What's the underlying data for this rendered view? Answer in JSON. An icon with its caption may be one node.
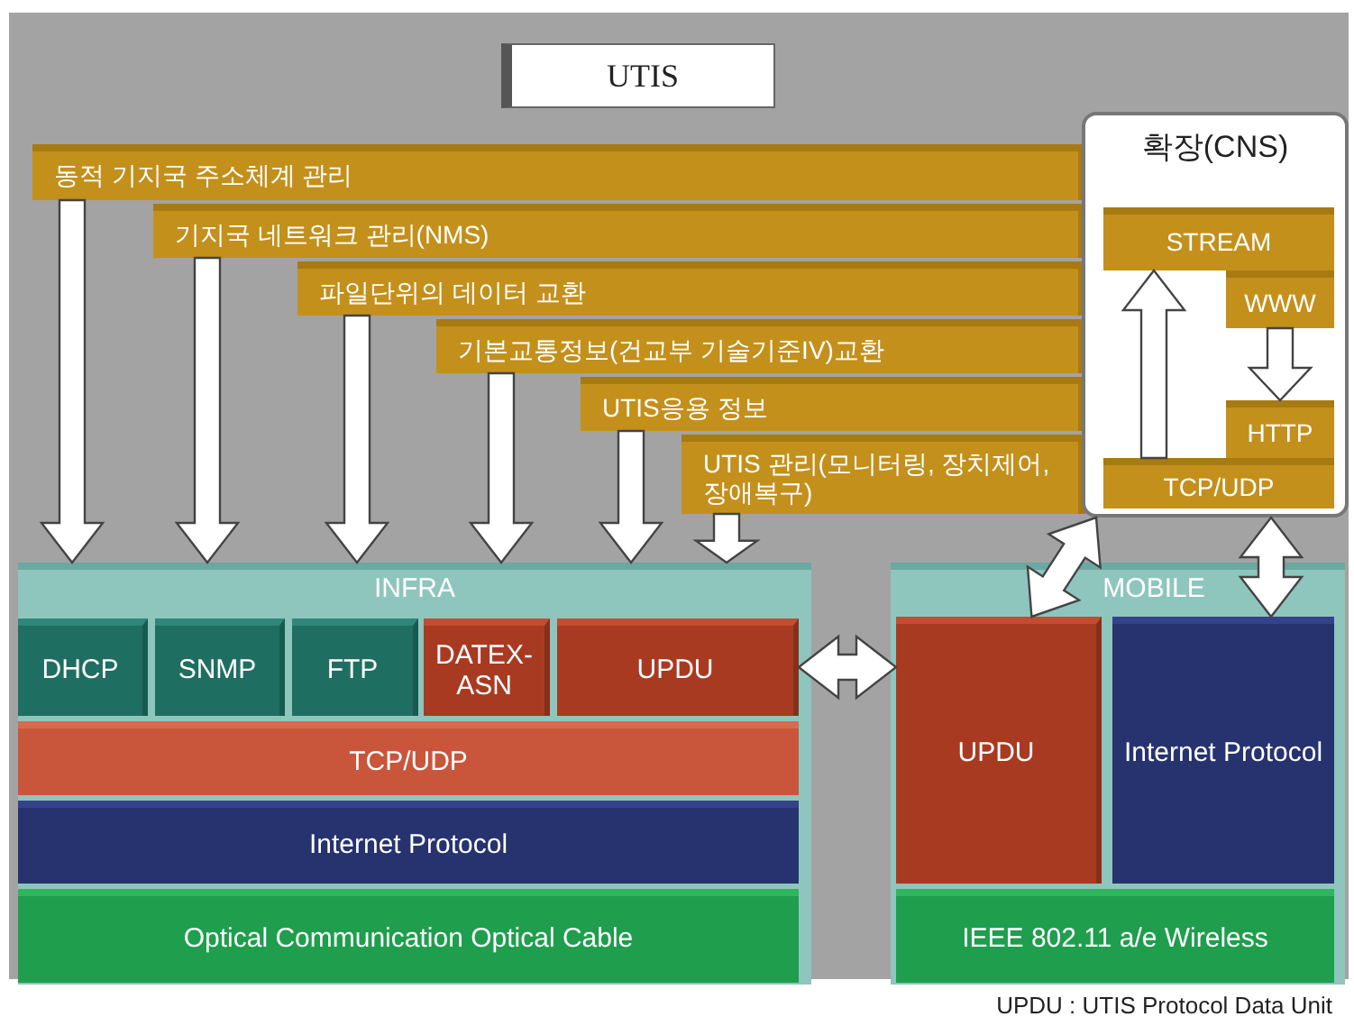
{
  "diagram": {
    "title": "UTIS",
    "nodes": [
      {
        "text": [
          "동적 기지국 주소체계 관리"
        ]
      },
      {
        "text": [
          "기지국 네트워크 관리(NMS)"
        ]
      },
      {
        "text": [
          "파일단위의 데이터 교환"
        ]
      },
      {
        "text": [
          "기본교통정보(건교부 기술기준IV)교환"
        ]
      },
      {
        "text": [
          "UTIS응용 정보"
        ]
      },
      {
        "text": [
          "UTIS 관리(모니터링, 장치제어, 장애복구)"
        ]
      },
      {
        "text": [
          "확장(CNS)"
        ]
      },
      {
        "text": [
          "STREAM"
        ],
        "in": 6
      },
      {
        "text": [
          "WWW"
        ],
        "in": 6
      },
      {
        "text": [
          "HTTP"
        ],
        "in": 6
      },
      {
        "text": [
          "TCP/UDP"
        ],
        "in": 6
      },
      {
        "text": [
          "INFRA"
        ]
      },
      {
        "text": [
          "DHCP"
        ],
        "in": 11
      },
      {
        "text": [
          "SNMP"
        ],
        "in": 11
      },
      {
        "text": [
          "FTP"
        ],
        "in": 11
      },
      {
        "text": [
          "DATEX-ASN"
        ],
        "in": 11
      },
      {
        "text": [
          "UPDU"
        ],
        "in": 11
      },
      {
        "text": [
          "TCP/UDP"
        ],
        "in": 11
      },
      {
        "text": [
          "Internet Protocol"
        ],
        "in": 11
      },
      {
        "text": [
          "Optical Communication Optical Cable"
        ],
        "in": 11
      },
      {
        "text": [
          "MOBILE"
        ]
      },
      {
        "text": [
          "UPDU"
        ],
        "in": 20
      },
      {
        "text": [
          "Internet Protocol"
        ],
        "in": 20
      },
      {
        "text": [
          "IEEE 802.11 a/e Wireless"
        ],
        "in": 20
      }
    ],
    "edges": [
      {
        "from": 0,
        "to": 11,
        "arrow": "to"
      },
      {
        "from": 1,
        "to": 11,
        "arrow": "to"
      },
      {
        "from": 2,
        "to": 11,
        "arrow": "to"
      },
      {
        "from": 3,
        "to": 11,
        "arrow": "to"
      },
      {
        "from": 4,
        "to": 11,
        "arrow": "to"
      },
      {
        "from": 5,
        "to": 11,
        "arrow": "to"
      },
      {
        "from": 10,
        "to": 7,
        "arrow": "to"
      },
      {
        "from": 8,
        "to": 9,
        "arrow": "to"
      },
      {
        "from": 16,
        "to": 21,
        "arrow": "both"
      },
      {
        "from": 6,
        "to": 21,
        "arrow": "both"
      },
      {
        "from": 6,
        "to": 22,
        "arrow": "both"
      }
    ],
    "labels": [
      "UPDU : UTIS Protocol Data Unit"
    ]
  }
}
